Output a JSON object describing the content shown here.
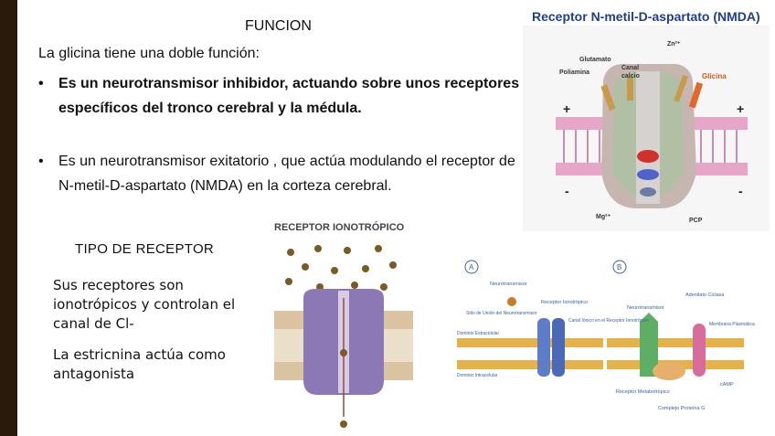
{
  "slide": {
    "title": "FUNCION",
    "intro": "La glicina tiene una doble función:",
    "bullets": [
      {
        "symbol": "•",
        "text": "Es un neurotransmisor inhibidor, actuando sobre unos receptores específicos del tronco cerebral y la médula."
      },
      {
        "symbol": "•",
        "text": "Es un neurotransmisor exitatorio , que actúa modulando el receptor de N-metil-D-aspartato (NMDA) en la corteza cerebral."
      }
    ],
    "tipo_heading": "TIPO DE RECEPTOR",
    "tipo_desc1": "Sus receptores son ionotrópicos y controlan el canal de Cl-",
    "tipo_desc2": "La estricnina actúa como antagonista"
  },
  "nmda_figure": {
    "title": "Receptor N-metil-D-aspartato (NMDA)",
    "labels": {
      "glutamato": "Glutamato",
      "poliamina": "Poliamina",
      "canal": "Canal",
      "calcio": "calcio",
      "zn": "Zn²⁺",
      "glicina": "Glicina",
      "mg": "Mg²⁺",
      "pcp": "PCP",
      "plus_left": "+",
      "plus_right": "+",
      "minus_left": "-",
      "minus_right": "-"
    },
    "colors": {
      "title": "#1f3f8c",
      "glicina": "#d9531e"
    }
  },
  "ionotropic_figure": {
    "title": "RECEPTOR IONOTRÓPICO"
  },
  "comparison_figure": {
    "panel_a": "A",
    "panel_b": "B",
    "labels": {
      "neurotransmisor": "Neurotransmisor",
      "receptor_ionotropico": "Receptor Ionotrópico",
      "sitio_union": "Sitio de Unión del Neurotransmisor",
      "canal_ionico": "Canal Iónico en el Receptor Ionotrópico",
      "dominio_extracelular": "Dominio Extracelular",
      "dominio_intracelular": "Dominio Intracelular",
      "neurotransmisor_b": "Neurotransmisor",
      "adenilato_ciclasa": "Adenilato Ciclasa",
      "membrana_plasmatica": "Membrana Plasmática",
      "receptor_metabotropico": "Receptor Metabotrópico",
      "camp": "cAMP",
      "complejo_proteina_g": "Complejo Proteína G"
    }
  }
}
